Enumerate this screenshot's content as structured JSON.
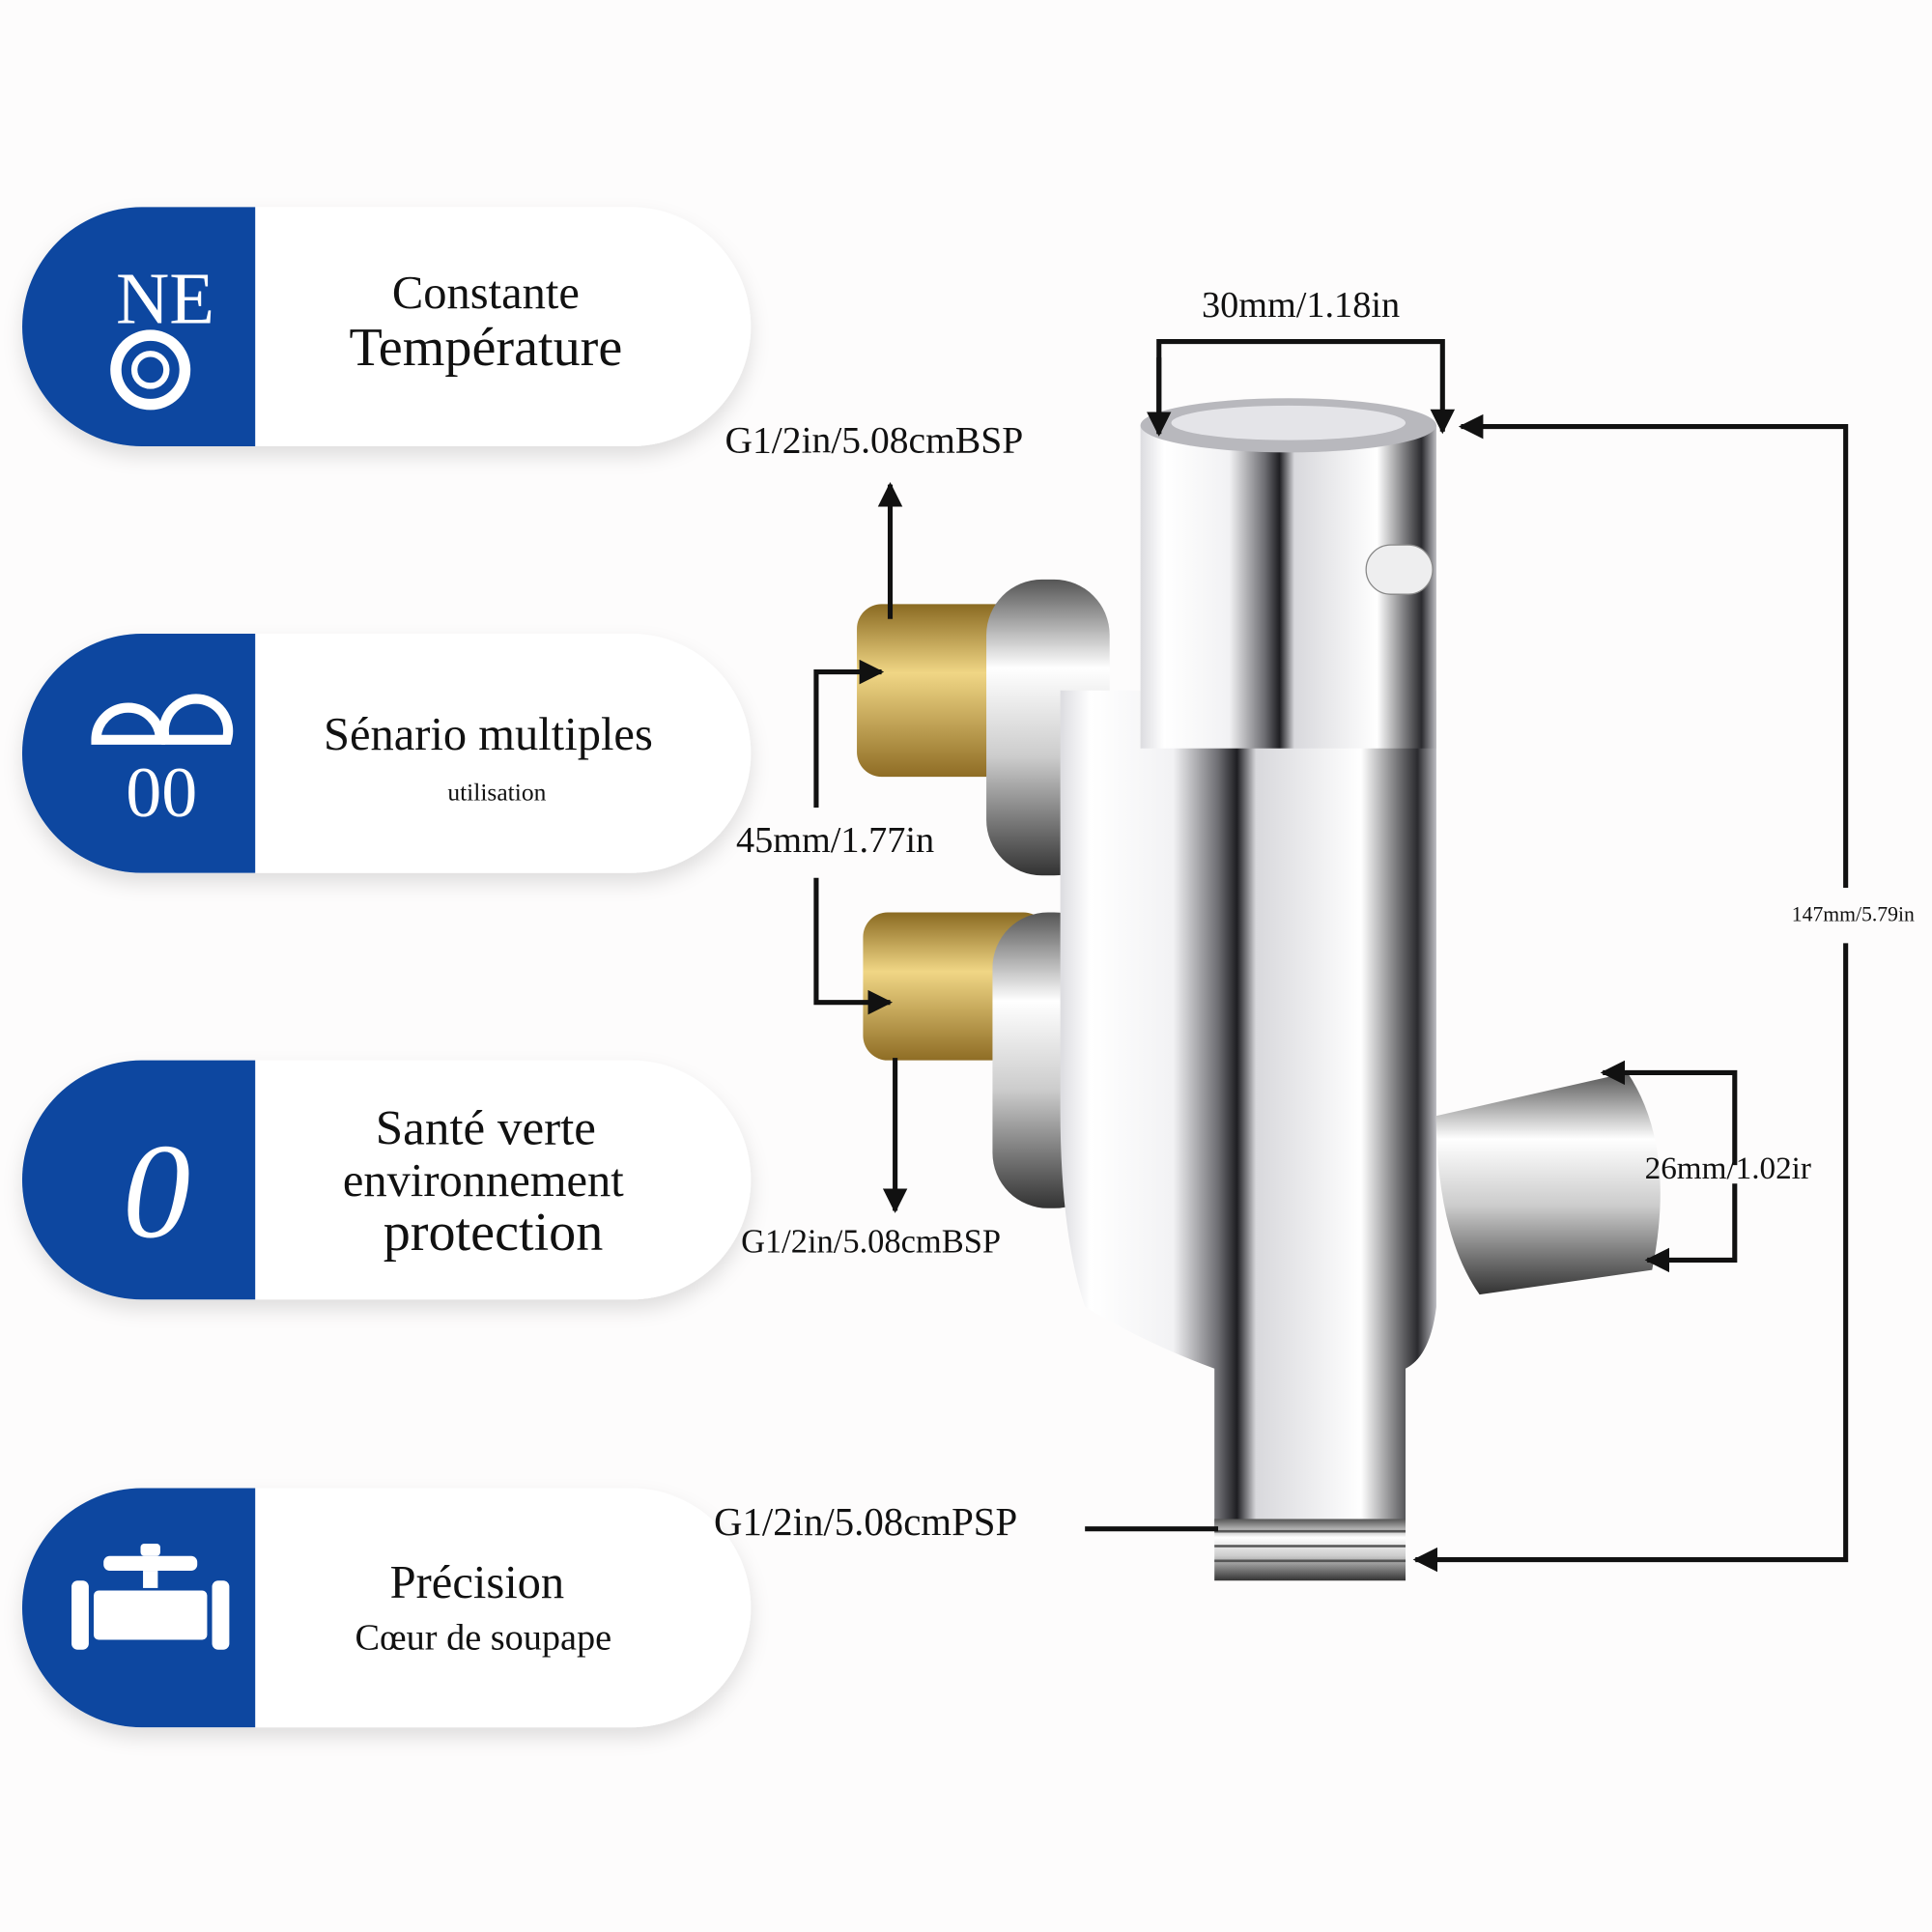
{
  "colors": {
    "brand_blue": "#0b47a0",
    "background": "#fdfcfc",
    "chrome_light": "#f4f4f6",
    "chrome_dark": "#2a2a2e",
    "brass": "#c9a24a"
  },
  "features": [
    {
      "icon": "thermometer-dial-icon",
      "icon_text": "NE",
      "title": "Constante",
      "subtitle": "Température"
    },
    {
      "icon": "multi-use-loops-icon",
      "icon_text": "00",
      "title": "Sénario multiples",
      "subtitle": "utilisation"
    },
    {
      "icon": "eco-zero-icon",
      "icon_text": "0",
      "title": "Santé verte",
      "subtitle": "environnement",
      "extra": "protection"
    },
    {
      "icon": "valve-pipe-icon",
      "title": "Précision",
      "subtitle": "Cœur de soupape"
    }
  ],
  "dimensions": {
    "top_width": "30mm/1.18in",
    "inlet_top": "G1/2in/5.08cmBSP",
    "inlet_spacing": "45mm/1.77in",
    "inlet_bottom": "G1/2in/5.08cmBSP",
    "outlet": "G1/2in/5.08cmPSP",
    "total_height": "147mm/5.79in",
    "knob_diameter": "26mm/1.02ir"
  }
}
